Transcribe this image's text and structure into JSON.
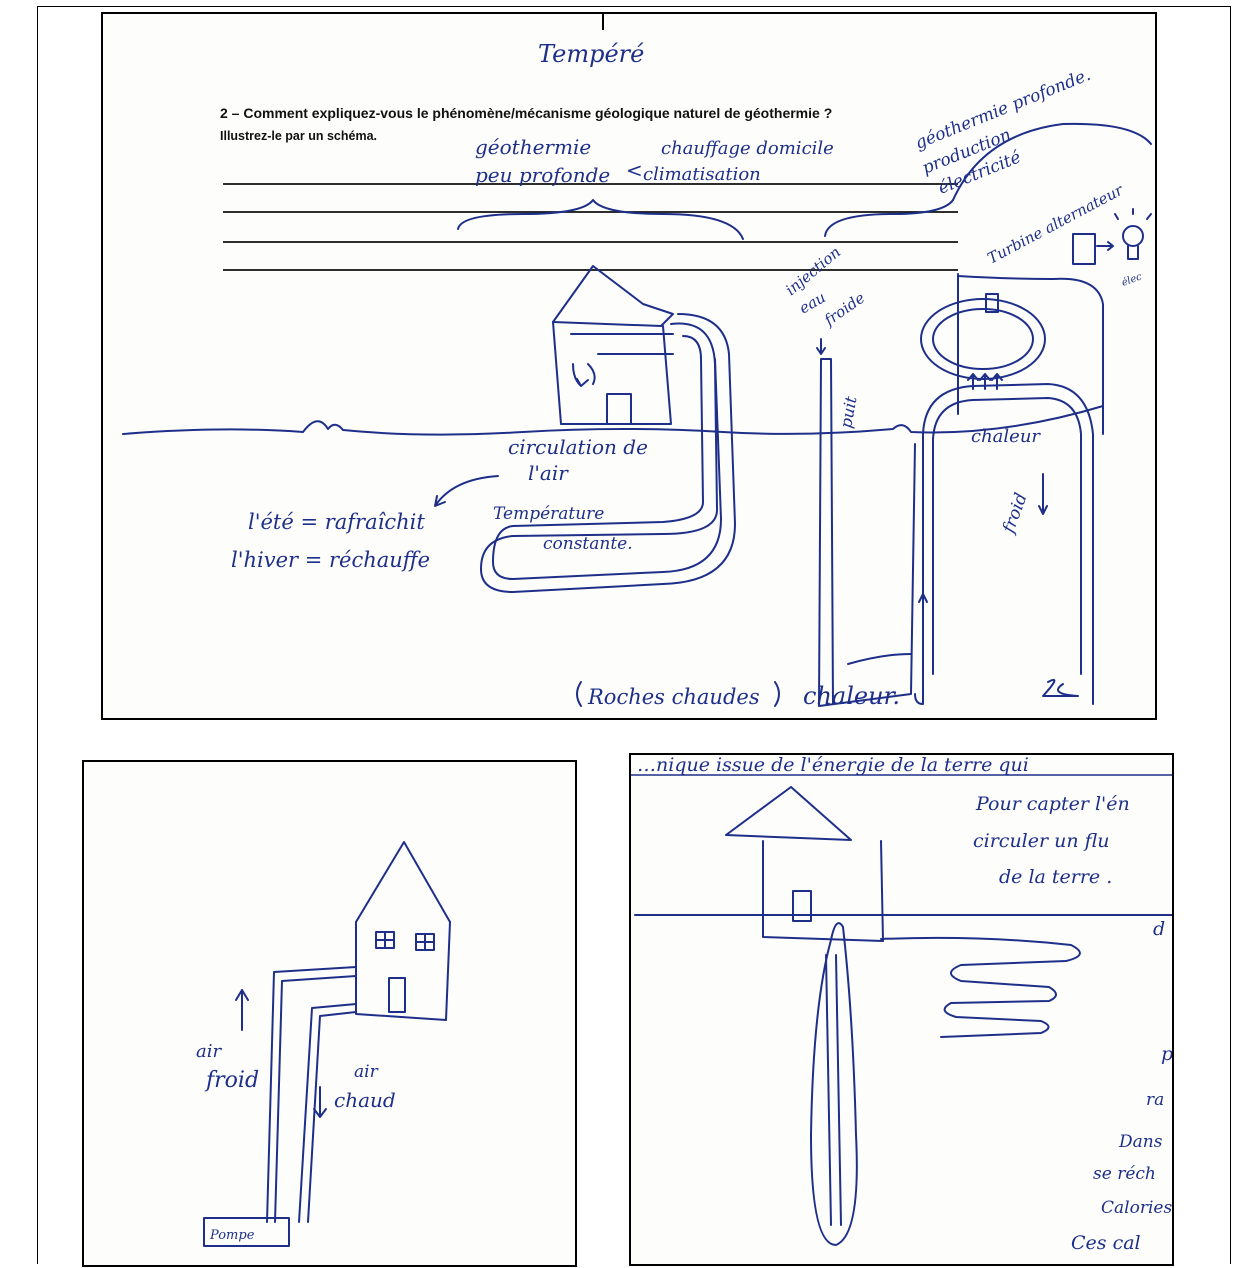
{
  "panel1": {
    "heading_word": "Tempéré",
    "question": "2 – Comment expliquez-vous le phénomène/mécanisme géologique naturel de géothermie ?",
    "instruction": "Illustrez-le par un schéma.",
    "notes": {
      "geo_peu_1": "géothermie",
      "geo_peu_2": "peu profonde",
      "chauffage": "chauffage domicile",
      "climatisation": "climatisation",
      "geo_prof_1": "géothermie profonde.",
      "geo_prof_2": "production",
      "geo_prof_3": "électricité",
      "turbine": "Turbine alternateur",
      "elec": "élec",
      "injection_1": "injection",
      "injection_2": "eau",
      "injection_3": "froide",
      "puit": "puit",
      "chaleur": "chaleur",
      "froid": "froid",
      "circulation_1": "circulation de",
      "circulation_2": "l'air",
      "ete": "l'été = rafraîchit",
      "hiver": "l'hiver = réchauffe",
      "temp_1": "Température",
      "temp_2": "constante.",
      "roches": "Roches chaudes",
      "chaleur_bottom": "chaleur."
    }
  },
  "panel2": {
    "air_froid_1": "air",
    "air_froid_2": "froid",
    "air_chaud_1": "air",
    "air_chaud_2": "chaud",
    "pompe": "Pompe"
  },
  "panel3": {
    "top_line": "…nique issue de l'énergie de la terre qui",
    "lines": [
      "Pour capter l'én",
      "circuler un flu",
      "de la terre .",
      "d",
      "p",
      "ra",
      "Dans",
      "se réch",
      "Calories",
      "Ces cal"
    ]
  }
}
